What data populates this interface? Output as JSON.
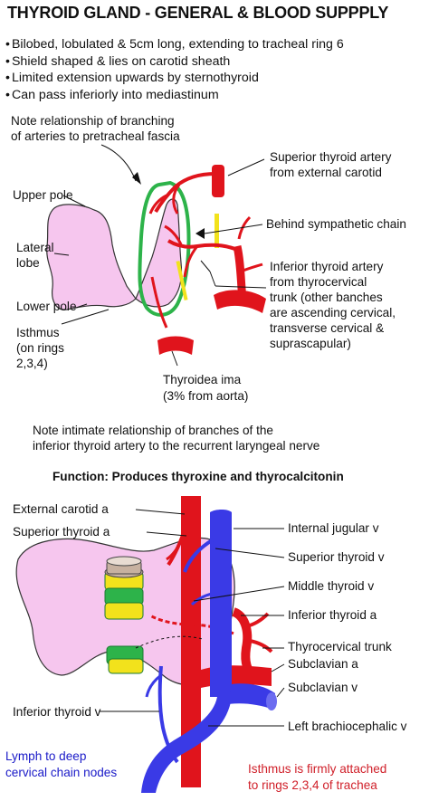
{
  "title": "THYROID GLAND - GENERAL & BLOOD SUPPPLY",
  "bullets": [
    "Bilobed, lobulated & 5cm long, extending to tracheal ring 6",
    "Shield shaped & lies on carotid sheath",
    "Limited extension upwards by sternothyroid",
    "Can pass inferiorly into mediastinum"
  ],
  "top_diagram": {
    "note_fascia": [
      "Note relationship of branching",
      "of arteries to pretracheal fascia"
    ],
    "upper_pole": "Upper pole",
    "lateral_lobe": [
      "Lateral",
      "lobe"
    ],
    "lower_pole": "Lower pole",
    "isthmus": [
      "Isthmus",
      "(on rings",
      "2,3,4)"
    ],
    "superior_thyroid_artery": [
      "Superior thyroid artery",
      "from external carotid"
    ],
    "behind_sympathetic": "Behind sympathetic chain",
    "inferior_thyroid_artery": [
      "Inferior thyroid artery",
      "from thyrocervical",
      "trunk (other banches",
      "are ascending cervical,",
      "transverse cervical &",
      "suprascapular)"
    ],
    "thyroidea_ima": [
      "Thyroidea ima",
      "(3% from aorta)"
    ]
  },
  "note_nerve": [
    "Note intimate relationship of branches of the",
    "inferior thyroid artery to the recurrent laryngeal nerve"
  ],
  "function_heading": "Function: Produces thyroxine and thyrocalcitonin",
  "bottom_diagram": {
    "external_carotid": "External carotid a",
    "superior_thyroid_a": "Superior thyroid a",
    "internal_jugular": "Internal jugular v",
    "superior_thyroid_v": "Superior thyroid v",
    "middle_thyroid_v": "Middle thyroid v",
    "inferior_thyroid_a": "Inferior thyroid a",
    "thyrocervical_trunk": "Thyrocervical trunk",
    "subclavian_a": "Subclavian a",
    "subclavian_v": "Subclavian v",
    "inferior_thyroid_v": "Inferior thyroid v",
    "left_brachiocephalic": "Left brachiocephalic v",
    "lymph": [
      "Lymph to deep",
      "cervical chain nodes"
    ],
    "isthmus_note": [
      "Isthmus is firmly attached",
      "to rings 2,3,4 of trachea"
    ]
  },
  "colors": {
    "gland": "#f6c6ee",
    "artery": "#e0141c",
    "vein": "#3a3ae6",
    "fascia": "#2db34a",
    "nerve": "#f2e21c",
    "lymph_text": "#1a1ac8",
    "note_text": "#d0202a"
  }
}
